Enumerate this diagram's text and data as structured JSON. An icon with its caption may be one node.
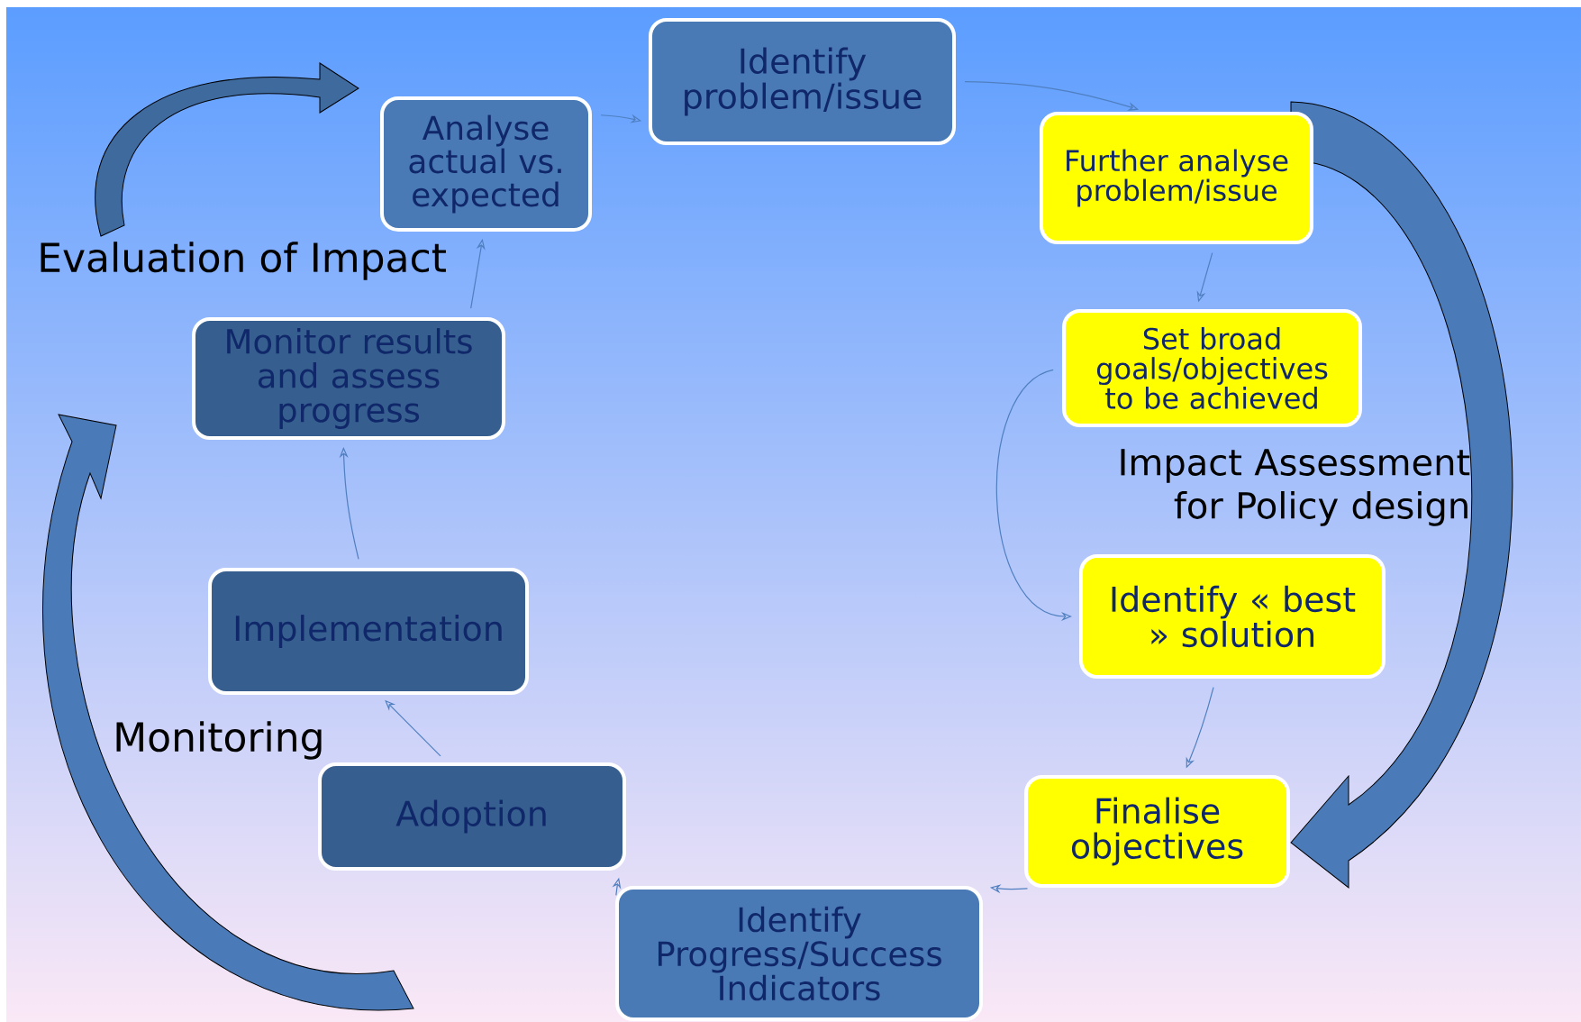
{
  "diagram": {
    "nodes": [
      {
        "text": [
          "Identify problem/issue"
        ]
      },
      {
        "text": [
          "Further analyse problem/issue"
        ]
      },
      {
        "text": [
          "Set broad goals/objectives to be achieved"
        ]
      },
      {
        "text": [
          "Identify « best » solution"
        ]
      },
      {
        "text": [
          "Finalise objectives"
        ]
      },
      {
        "text": [
          "Identify Progress/Success Indicators"
        ]
      },
      {
        "text": [
          "Adoption"
        ]
      },
      {
        "text": [
          "Implementation"
        ]
      },
      {
        "text": [
          "Monitor results and assess progress"
        ]
      },
      {
        "text": [
          "Analyse actual vs. expected"
        ]
      }
    ],
    "edges": [
      {
        "from": 9,
        "to": 0,
        "arrow": "to"
      },
      {
        "from": 0,
        "to": 1,
        "arrow": "to"
      },
      {
        "from": 1,
        "to": 2,
        "arrow": "to"
      },
      {
        "from": 2,
        "to": 3,
        "arrow": "to"
      },
      {
        "from": 3,
        "to": 4,
        "arrow": "to"
      },
      {
        "from": 4,
        "to": 5,
        "arrow": "to"
      },
      {
        "from": 5,
        "to": 6,
        "arrow": "to"
      },
      {
        "from": 6,
        "to": 7,
        "arrow": "to"
      },
      {
        "from": 7,
        "to": 8,
        "arrow": "to"
      },
      {
        "from": 8,
        "to": 9,
        "arrow": "to"
      }
    ],
    "labels": [
      "Evaluation of Impact",
      "Impact Assessment for Policy design",
      "Monitoring"
    ]
  }
}
